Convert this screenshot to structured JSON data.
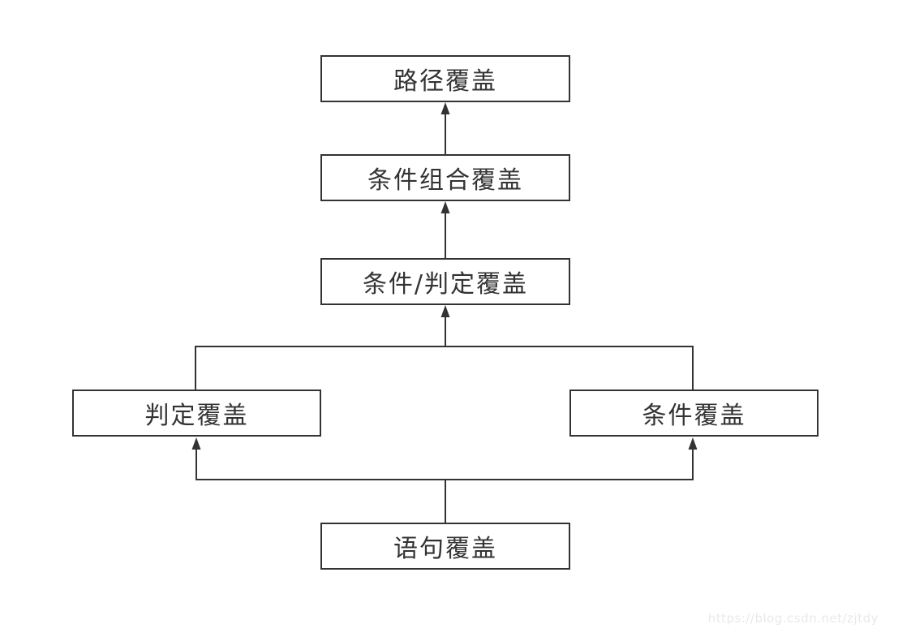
{
  "diagram": {
    "type": "hierarchy",
    "nodes": [
      {
        "id": "path-coverage",
        "label": "路径覆盖"
      },
      {
        "id": "condition-combination-coverage",
        "label": "条件组合覆盖"
      },
      {
        "id": "condition-decision-coverage",
        "label": "条件/判定覆盖"
      },
      {
        "id": "decision-coverage",
        "label": "判定覆盖"
      },
      {
        "id": "condition-coverage",
        "label": "条件覆盖"
      },
      {
        "id": "statement-coverage",
        "label": "语句覆盖"
      }
    ],
    "edges": [
      {
        "from": "condition-combination-coverage",
        "to": "path-coverage"
      },
      {
        "from": "condition-decision-coverage",
        "to": "condition-combination-coverage"
      },
      {
        "from": "decision-coverage",
        "to": "condition-decision-coverage"
      },
      {
        "from": "condition-coverage",
        "to": "condition-decision-coverage"
      },
      {
        "from": "statement-coverage",
        "to": "decision-coverage"
      },
      {
        "from": "statement-coverage",
        "to": "condition-coverage"
      }
    ]
  },
  "watermark": {
    "text": "https://blog.csdn.net/zjtdy"
  },
  "colors": {
    "background": "#ffffff",
    "node_background": "#ffffff",
    "line": "#333333",
    "text": "#333333",
    "watermark": "#e9e9e9"
  }
}
